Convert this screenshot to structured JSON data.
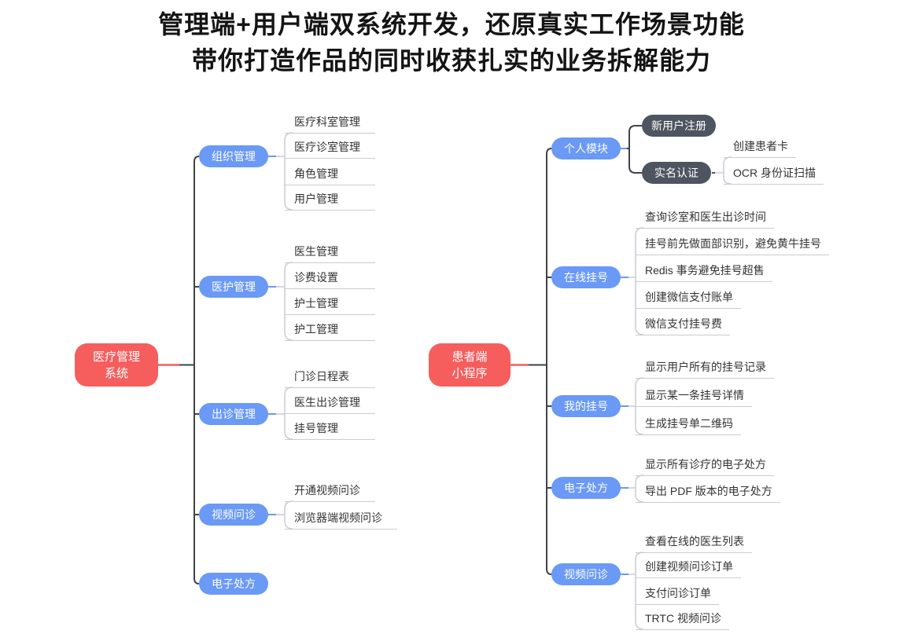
{
  "title": {
    "line1": "管理端+用户端双系统开发，还原真实工作场景功能",
    "line2": "带你打造作品的同时收获扎实的业务拆解能力"
  },
  "colors": {
    "root_red": "#f65d5d",
    "branch_blue": "#6a99f6",
    "subnode_dark": "#4d5561",
    "leaf_text": "#333333",
    "leaf_line": "#c9ccd4",
    "trunk_line": "#3f4347",
    "title_text": "#141414"
  },
  "left_tree": {
    "root": [
      "医疗管理",
      "系统"
    ],
    "branches": [
      {
        "label": "组织管理",
        "children": [
          "医疗科室管理",
          "医疗诊室管理",
          "角色管理",
          "用户管理"
        ]
      },
      {
        "label": "医护管理",
        "children": [
          "医生管理",
          "诊费设置",
          "护士管理",
          "护工管理"
        ]
      },
      {
        "label": "出诊管理",
        "children": [
          "门诊日程表",
          "医生出诊管理",
          "挂号管理"
        ]
      },
      {
        "label": "视频问诊",
        "children": [
          "开通视频问诊",
          "浏览器端视频问诊"
        ]
      },
      {
        "label": "电子处方",
        "children": []
      }
    ]
  },
  "right_tree": {
    "root": [
      "患者端",
      "小程序"
    ],
    "branches": [
      {
        "label": "个人模块",
        "sub_nodes": [
          {
            "label": "新用户注册",
            "children": []
          },
          {
            "label": "实名认证",
            "children": [
              "创建患者卡",
              "OCR 身份证扫描"
            ]
          }
        ]
      },
      {
        "label": "在线挂号",
        "children": [
          "查询诊室和医生出诊时间",
          "挂号前先做面部识别，避免黄牛挂号",
          "Redis 事务避免挂号超售",
          "创建微信支付账单",
          "微信支付挂号费"
        ]
      },
      {
        "label": "我的挂号",
        "children": [
          "显示用户所有的挂号记录",
          "显示某一条挂号详情",
          "生成挂号单二维码"
        ]
      },
      {
        "label": "电子处方",
        "children": [
          "显示所有诊疗的电子处方",
          "导出 PDF 版本的电子处方"
        ]
      },
      {
        "label": "视频问诊",
        "children": [
          "查看在线的医生列表",
          "创建视频问诊订单",
          "支付问诊订单",
          "TRTC 视频问诊"
        ]
      }
    ]
  }
}
